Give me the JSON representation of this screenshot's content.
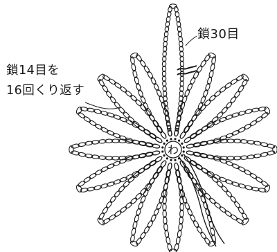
{
  "labels": {
    "long_petal": "鎖30目",
    "repeat_line1": "鎖14目を",
    "repeat_line2": "16回くり返す",
    "center": "わ"
  },
  "diagram": {
    "petal_chain_stitches": 14,
    "petal_repeats": 16,
    "long_petal_chain_stitches": 30,
    "stroke_color": "#1a1a1a"
  }
}
